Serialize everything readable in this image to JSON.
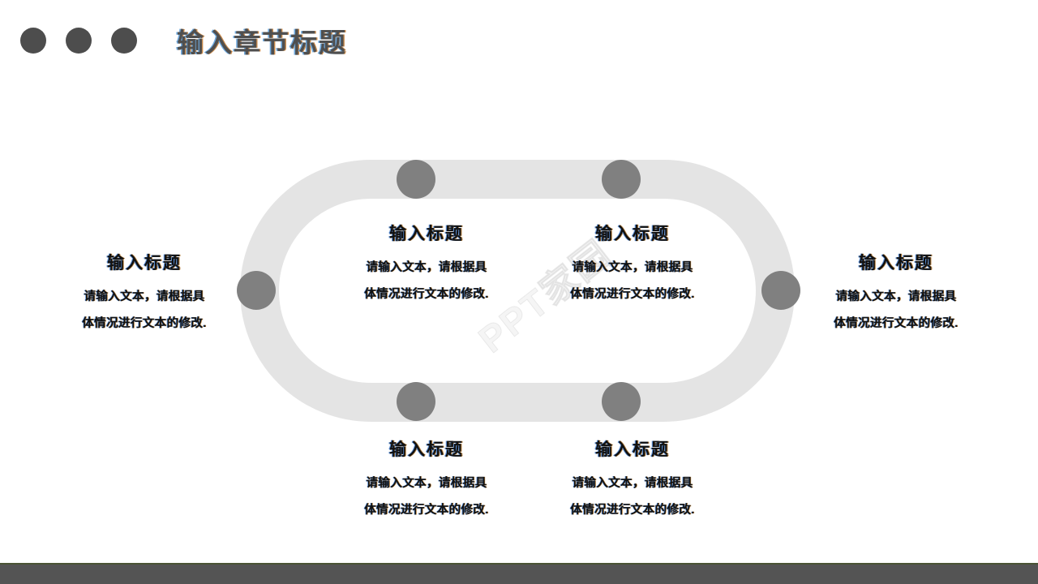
{
  "header": {
    "title": "输入章节标题",
    "dots": [
      "dot-1",
      "dot-2",
      "dot-3"
    ]
  },
  "watermark": {
    "text": "PPT家园"
  },
  "colors": {
    "header_dot": "#4d4d4d",
    "title_text": "#4f4f4f",
    "ring_band": "#e4e4e4",
    "ring_node": "#808080",
    "body_text": "#111111",
    "footer_bar": "#545454",
    "footer_border": "#4a5435",
    "background": "#ffffff"
  },
  "diagram": {
    "shape": "stadium-ring",
    "node_count": 6,
    "blocks": [
      {
        "id": "left",
        "position": "left",
        "heading": "输入标题",
        "body_lines": [
          "请输入文本，请根据具",
          "体情况进行文本的修改."
        ]
      },
      {
        "id": "top-left",
        "position": "top-left",
        "heading": "输入标题",
        "body_lines": [
          "请输入文本，请根据具",
          "体情况进行文本的修改."
        ]
      },
      {
        "id": "top-right",
        "position": "top-right",
        "heading": "输入标题",
        "body_lines": [
          "请输入文本，请根据具",
          "体情况进行文本的修改."
        ]
      },
      {
        "id": "right",
        "position": "right",
        "heading": "输入标题",
        "body_lines": [
          "请输入文本，请根据具",
          "体情况进行文本的修改."
        ]
      },
      {
        "id": "bottom-left",
        "position": "bottom-left",
        "heading": "输入标题",
        "body_lines": [
          "请输入文本，请根据具",
          "体情况进行文本的修改."
        ]
      },
      {
        "id": "bottom-right",
        "position": "bottom-right",
        "heading": "输入标题",
        "body_lines": [
          "请输入文本，请根据具",
          "体情况进行文本的修改."
        ]
      }
    ]
  }
}
